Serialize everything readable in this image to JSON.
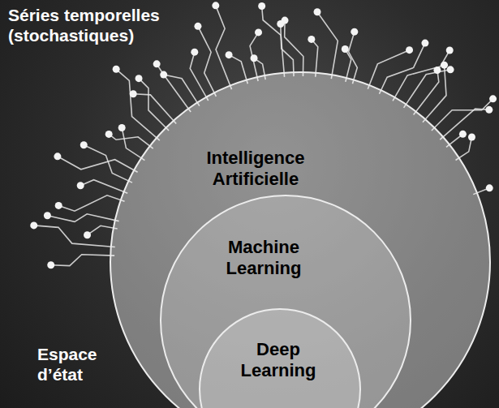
{
  "diagram": {
    "nodes": [
      {
        "text": [
          "Intelligence Artificielle"
        ]
      },
      {
        "text": [
          "Machine Learning"
        ],
        "in": 0
      },
      {
        "text": [
          "Deep Learning"
        ],
        "in": 1
      }
    ],
    "labels": [
      "Séries temporelles (stochastiques)",
      "Espace d’état"
    ]
  }
}
